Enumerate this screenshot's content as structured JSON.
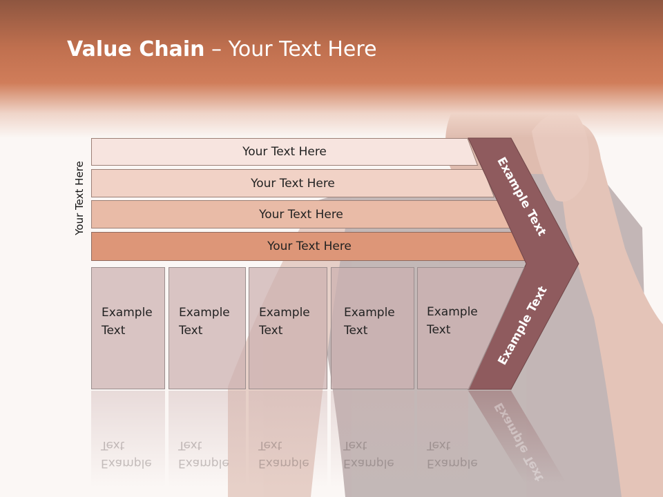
{
  "title": {
    "bold": "Value Chain",
    "rest": " – Your Text Here"
  },
  "side_label": "Your Text Here",
  "bands": [
    {
      "label": "Your Text Here",
      "color": "#f7e4df"
    },
    {
      "label": "Your Text Here",
      "color": "#f1d2c6"
    },
    {
      "label": "Your Text Here",
      "color": "#e9bba7"
    },
    {
      "label": "Your Text Here",
      "color": "#dd9678"
    }
  ],
  "boxes": [
    {
      "line1": "Example",
      "line2": "Text"
    },
    {
      "line1": "Example",
      "line2": "Text"
    },
    {
      "line1": "Example",
      "line2": "Text"
    },
    {
      "line1": "Example",
      "line2": "Text"
    },
    {
      "line1": "Example",
      "line2": "Text"
    }
  ],
  "chevron": {
    "upper_label": "Example Text",
    "lower_label": "Example Text",
    "color": "#8f5b5e"
  },
  "colors": {
    "header": "#c8745a",
    "box": "#ccb0b0"
  }
}
